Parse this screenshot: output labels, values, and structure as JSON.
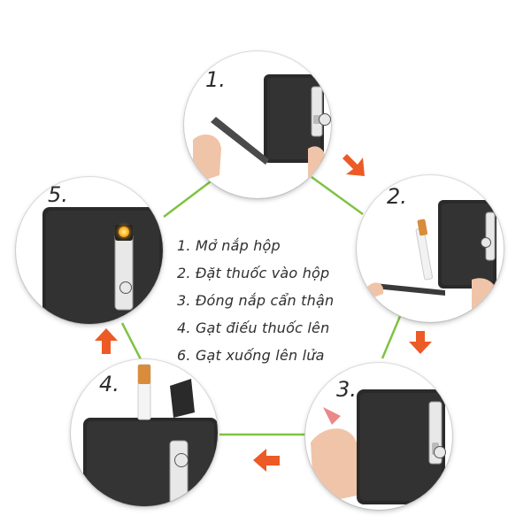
{
  "steps": [
    {
      "number": "1.",
      "text": "1. Mở nắp hộp"
    },
    {
      "number": "2.",
      "text": "2. Đặt thuốc vào hộp"
    },
    {
      "number": "3.",
      "text": "3. Đóng nắp cẩn thận"
    },
    {
      "number": "4.",
      "text": "4. Gạt điếu thuốc lên"
    },
    {
      "number": "5.",
      "text": "6. Gạt xuống lên lửa"
    }
  ],
  "colors": {
    "connector_line": "#7fc342",
    "arrow": "#ec5a25",
    "case_body": "#2a2a2a",
    "text": "#2f2f2f"
  },
  "icons": [
    "power-icon",
    "flame-icon",
    "arrow-down-right-icon",
    "arrow-left-icon",
    "arrow-up-icon"
  ]
}
